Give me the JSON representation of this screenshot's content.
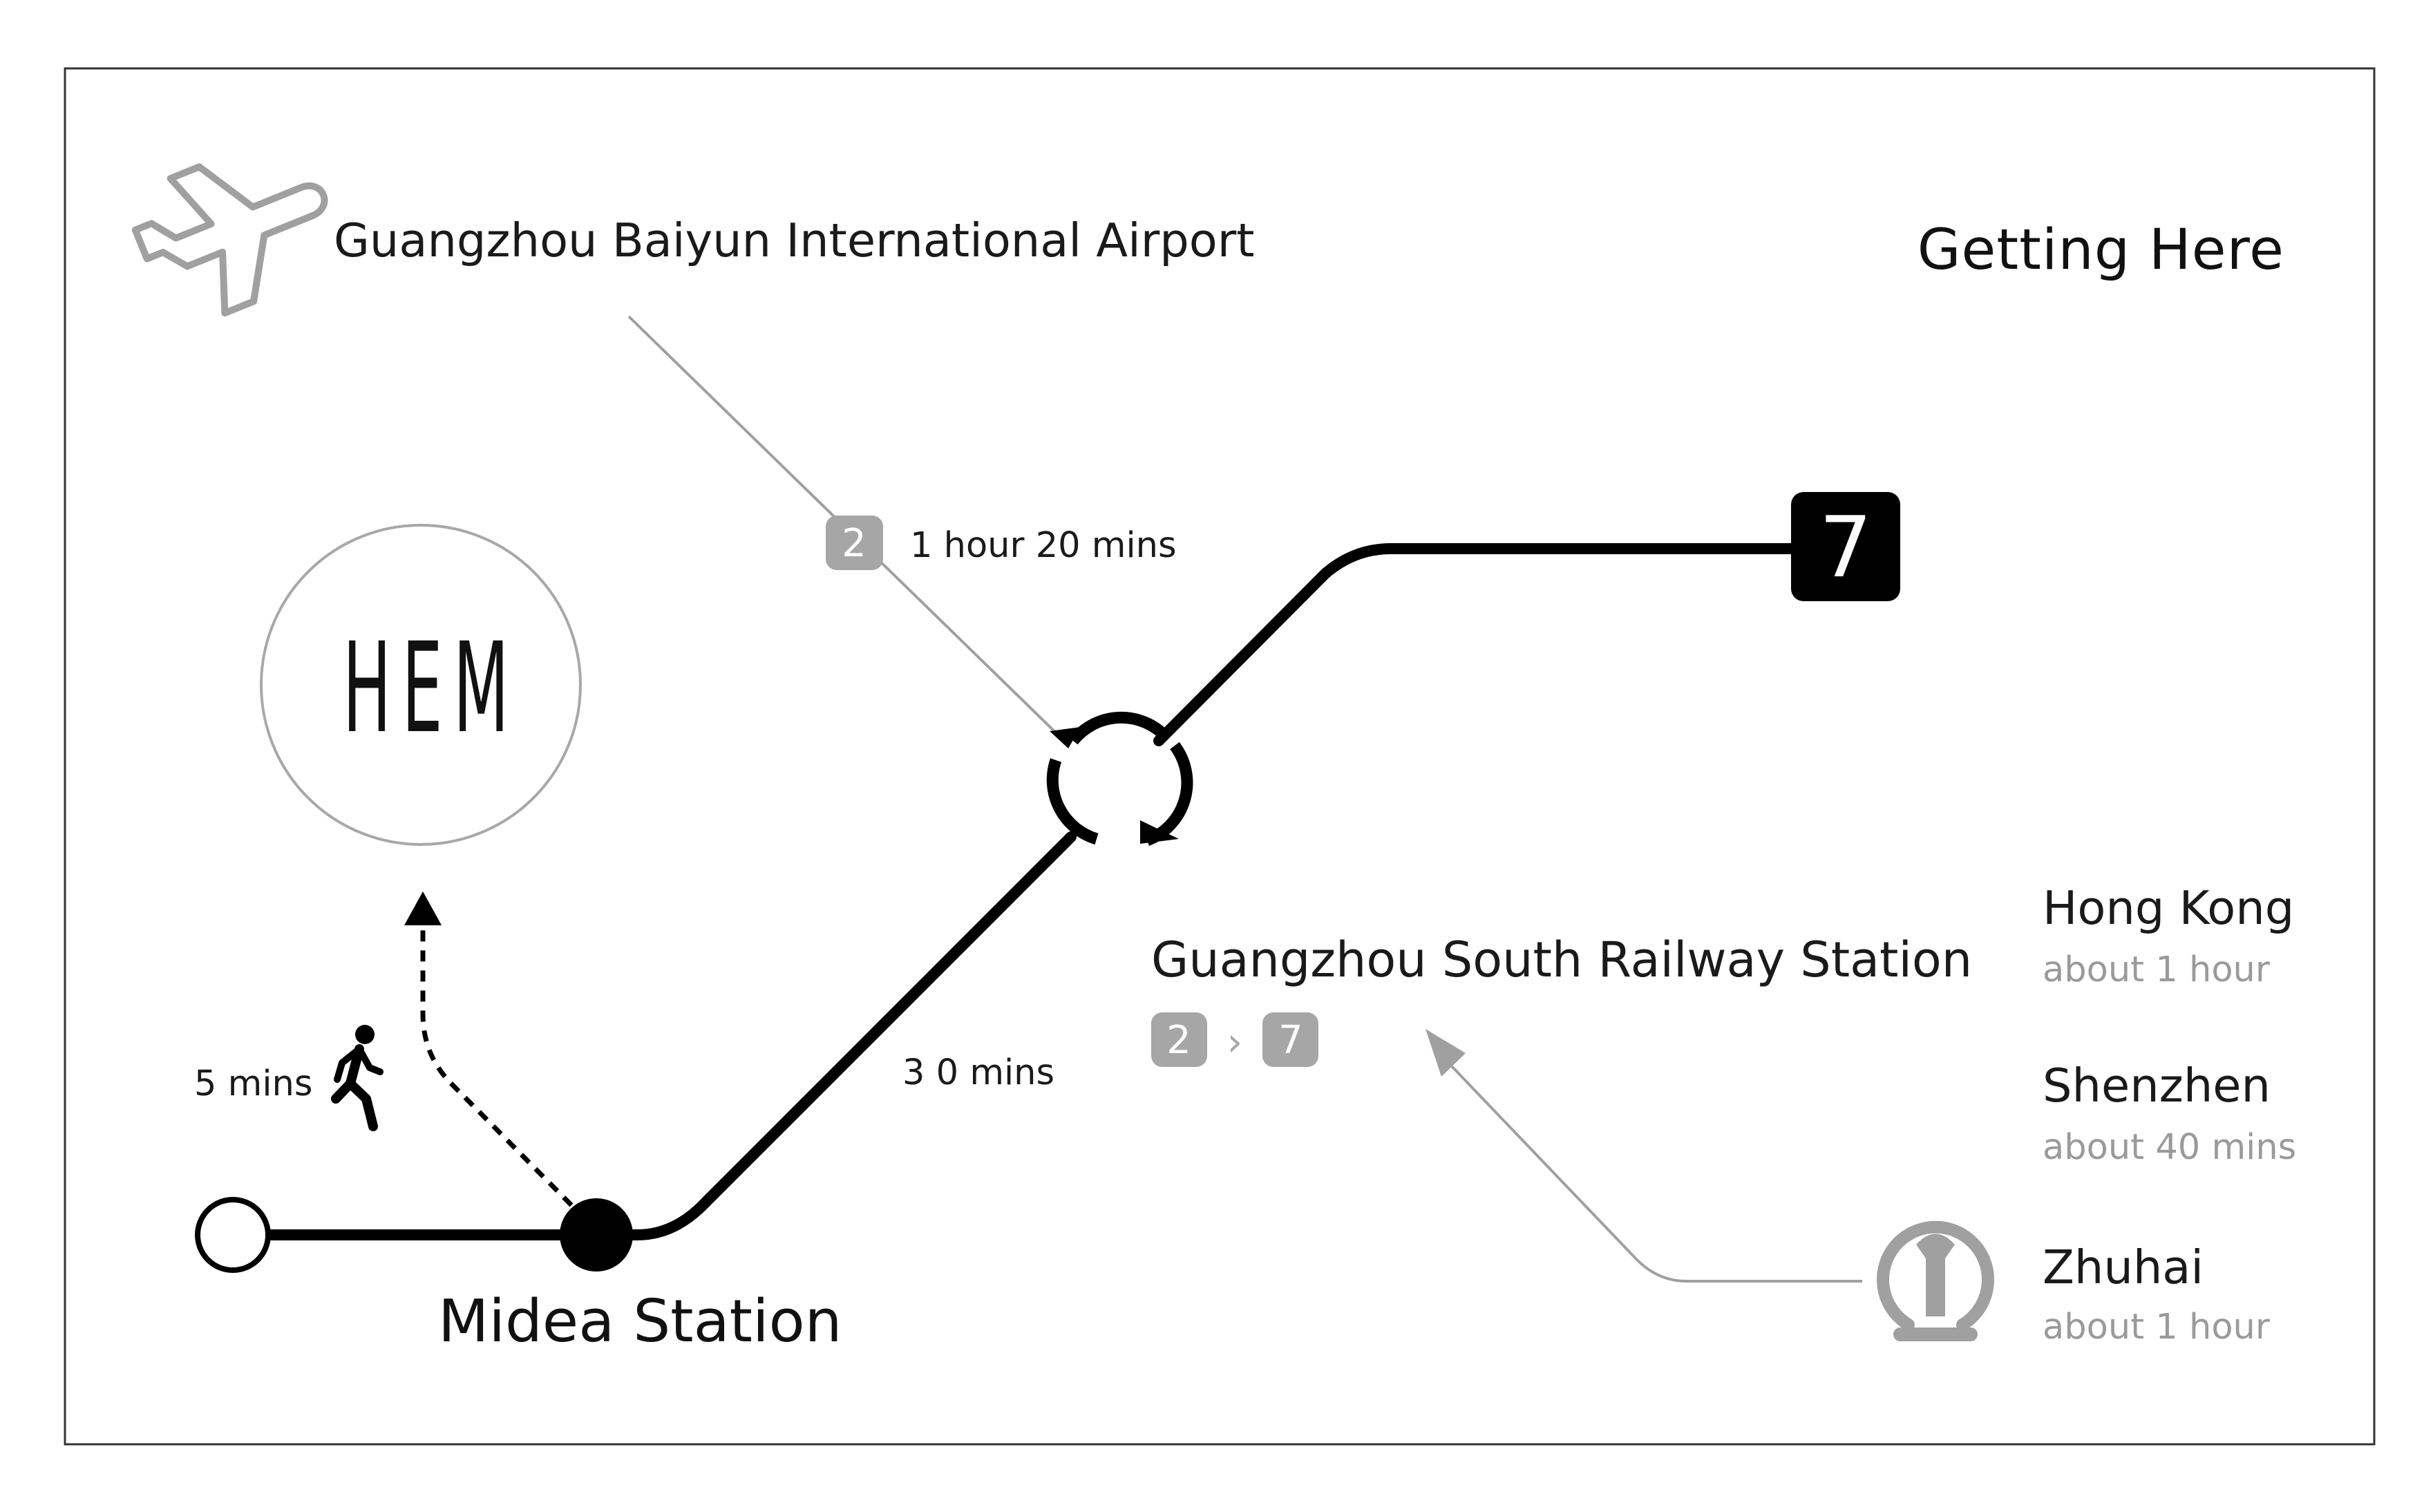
{
  "title": "Getting Here",
  "airport": {
    "name": "Guangzhou Baiyun International Airport",
    "line_badge": "2",
    "travel_time": "1 hour 20 mins",
    "icon": "airplane-icon"
  },
  "logo": {
    "text": "HEM"
  },
  "walk": {
    "time": "5 mins",
    "icon": "walking-person-icon"
  },
  "metro": {
    "line_badge": "7",
    "travel_time": "3 0 mins",
    "interchange_icon": "interchange-arrows-icon"
  },
  "station": {
    "name": "Midea Station"
  },
  "railway": {
    "name": "Guangzhou South Railway Station",
    "badge_from": "2",
    "badge_to": "7",
    "badge_separator": "›",
    "icon": "railway-logo-icon"
  },
  "cities": [
    {
      "name": "Hong Kong",
      "time": "about 1 hour"
    },
    {
      "name": "Shenzhen",
      "time": "about 40 mins"
    },
    {
      "name": "Zhuhai",
      "time": "about 1 hour"
    }
  ],
  "colors": {
    "line": "#000000",
    "secondary": "#9a9a9a",
    "badge_gray": "#a6a6a6",
    "frame": "#333333"
  }
}
